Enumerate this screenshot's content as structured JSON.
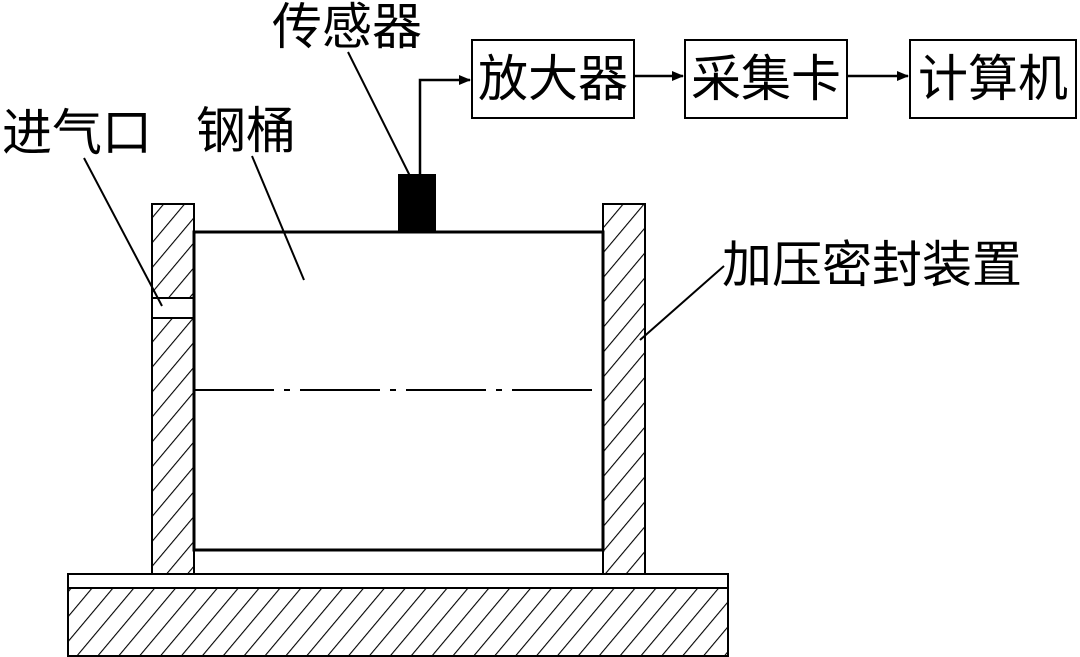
{
  "labels": {
    "sensor": "传感器",
    "steel_barrel": "钢桶",
    "air_inlet": "进气口",
    "seal_device": "加压密封装置"
  },
  "chain": [
    {
      "label": "放大器"
    },
    {
      "label": "采集卡"
    },
    {
      "label": "计算机"
    }
  ],
  "colors": {
    "stroke": "#000000",
    "sensor_fill": "#000000",
    "background": "#ffffff"
  }
}
